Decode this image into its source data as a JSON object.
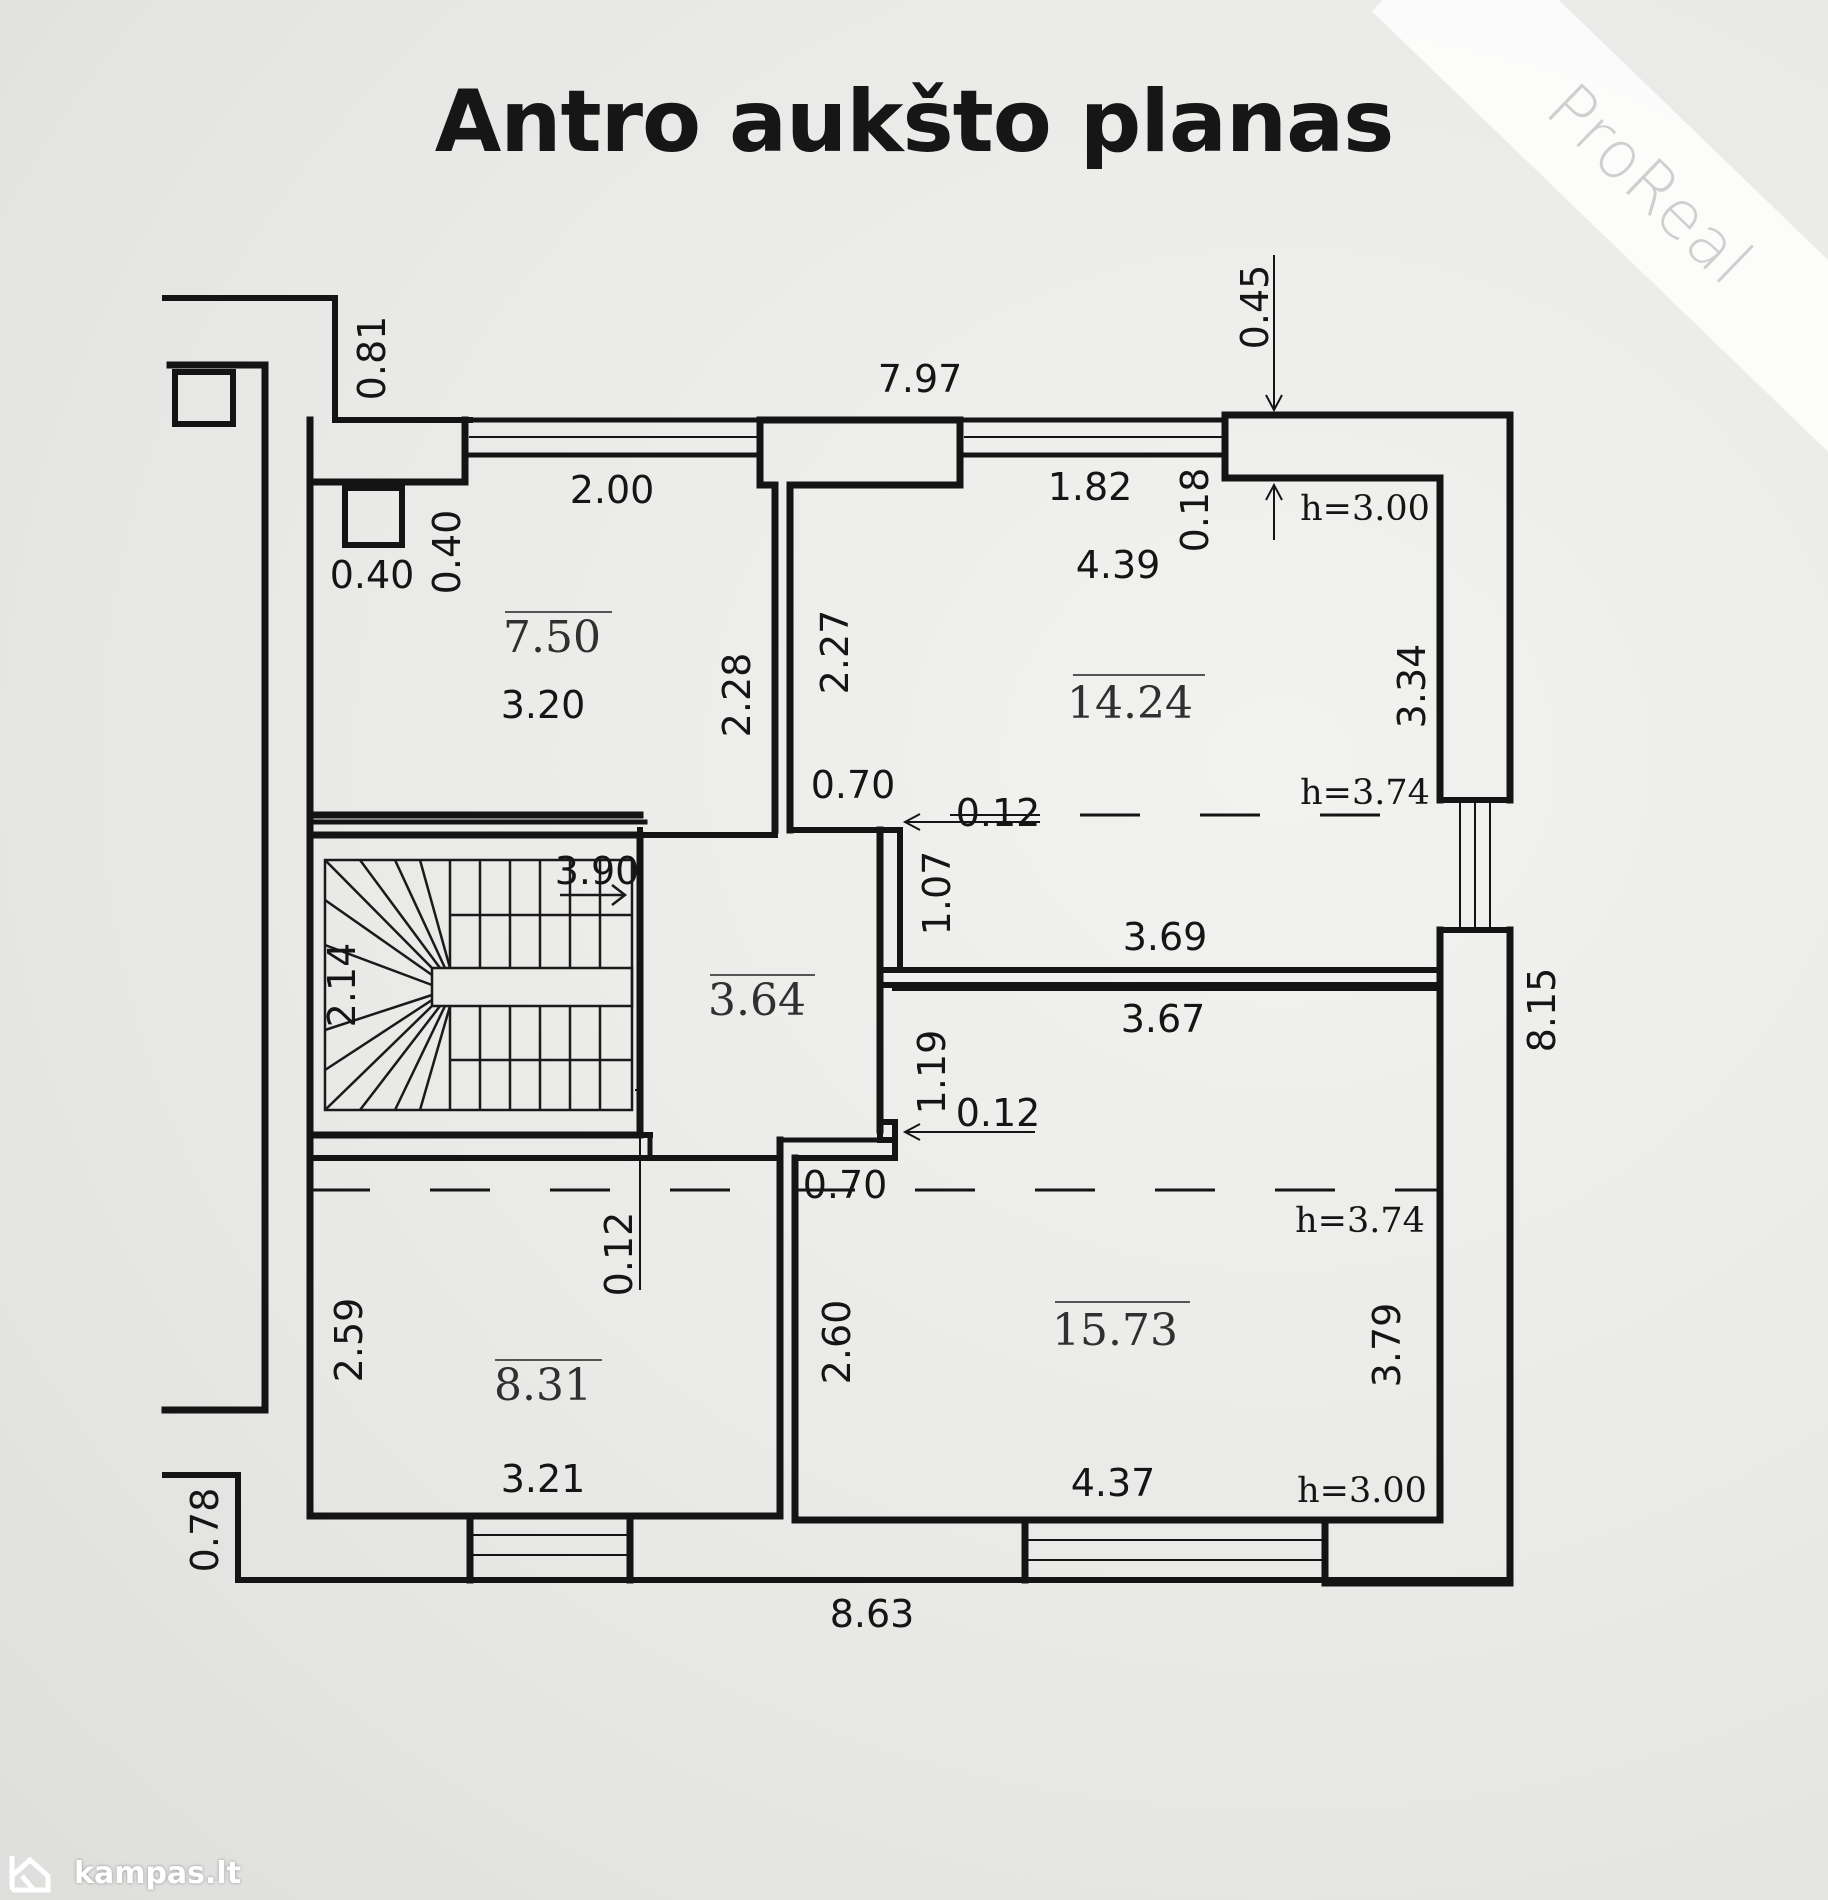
{
  "title": "Antro aukšto planas",
  "watermark": "ProReal",
  "footer_brand": "kampas.lt",
  "dimensions": {
    "top_overall": "7.97",
    "right_overall": "8.15",
    "bottom_overall": "8.63",
    "top_left_offset": "0.81",
    "top_right_offset": "0.45",
    "bottom_left_offset": "0.78",
    "room1_top": "2.00",
    "room1_bottom": "3.20",
    "room1_right": "2.28",
    "chimney_w": "0.40",
    "chimney_h": "0.40",
    "room2_window": "1.82",
    "room2_step": "0.18",
    "room2_width": "4.39",
    "room2_height_left": "2.27",
    "room2_height_right": "3.34",
    "room2_notch": "0.70",
    "room2_wall": "0.12",
    "room2_lower": "1.07",
    "room2_bottom": "3.69",
    "stair_length": "3.90",
    "stair_width": "2.14",
    "room4_top": "3.67",
    "room4_step": "1.19",
    "room4_wall": "0.12",
    "room4_notch": "0.70",
    "room4_left": "2.60",
    "room4_right": "3.79",
    "room4_bottom": "4.37",
    "room5_left": "2.59",
    "room5_bottom": "3.21",
    "room5_wall": "0.12"
  },
  "ceiling_heights": {
    "room2_top": "h=3.00",
    "room2_bottom": "h=3.74",
    "room4_top": "h=3.74",
    "room4_bottom": "h=3.00"
  },
  "areas": {
    "room1": "7.50",
    "room2": "14.24",
    "hall": "3.64",
    "room4": "15.73",
    "room5": "8.31"
  }
}
